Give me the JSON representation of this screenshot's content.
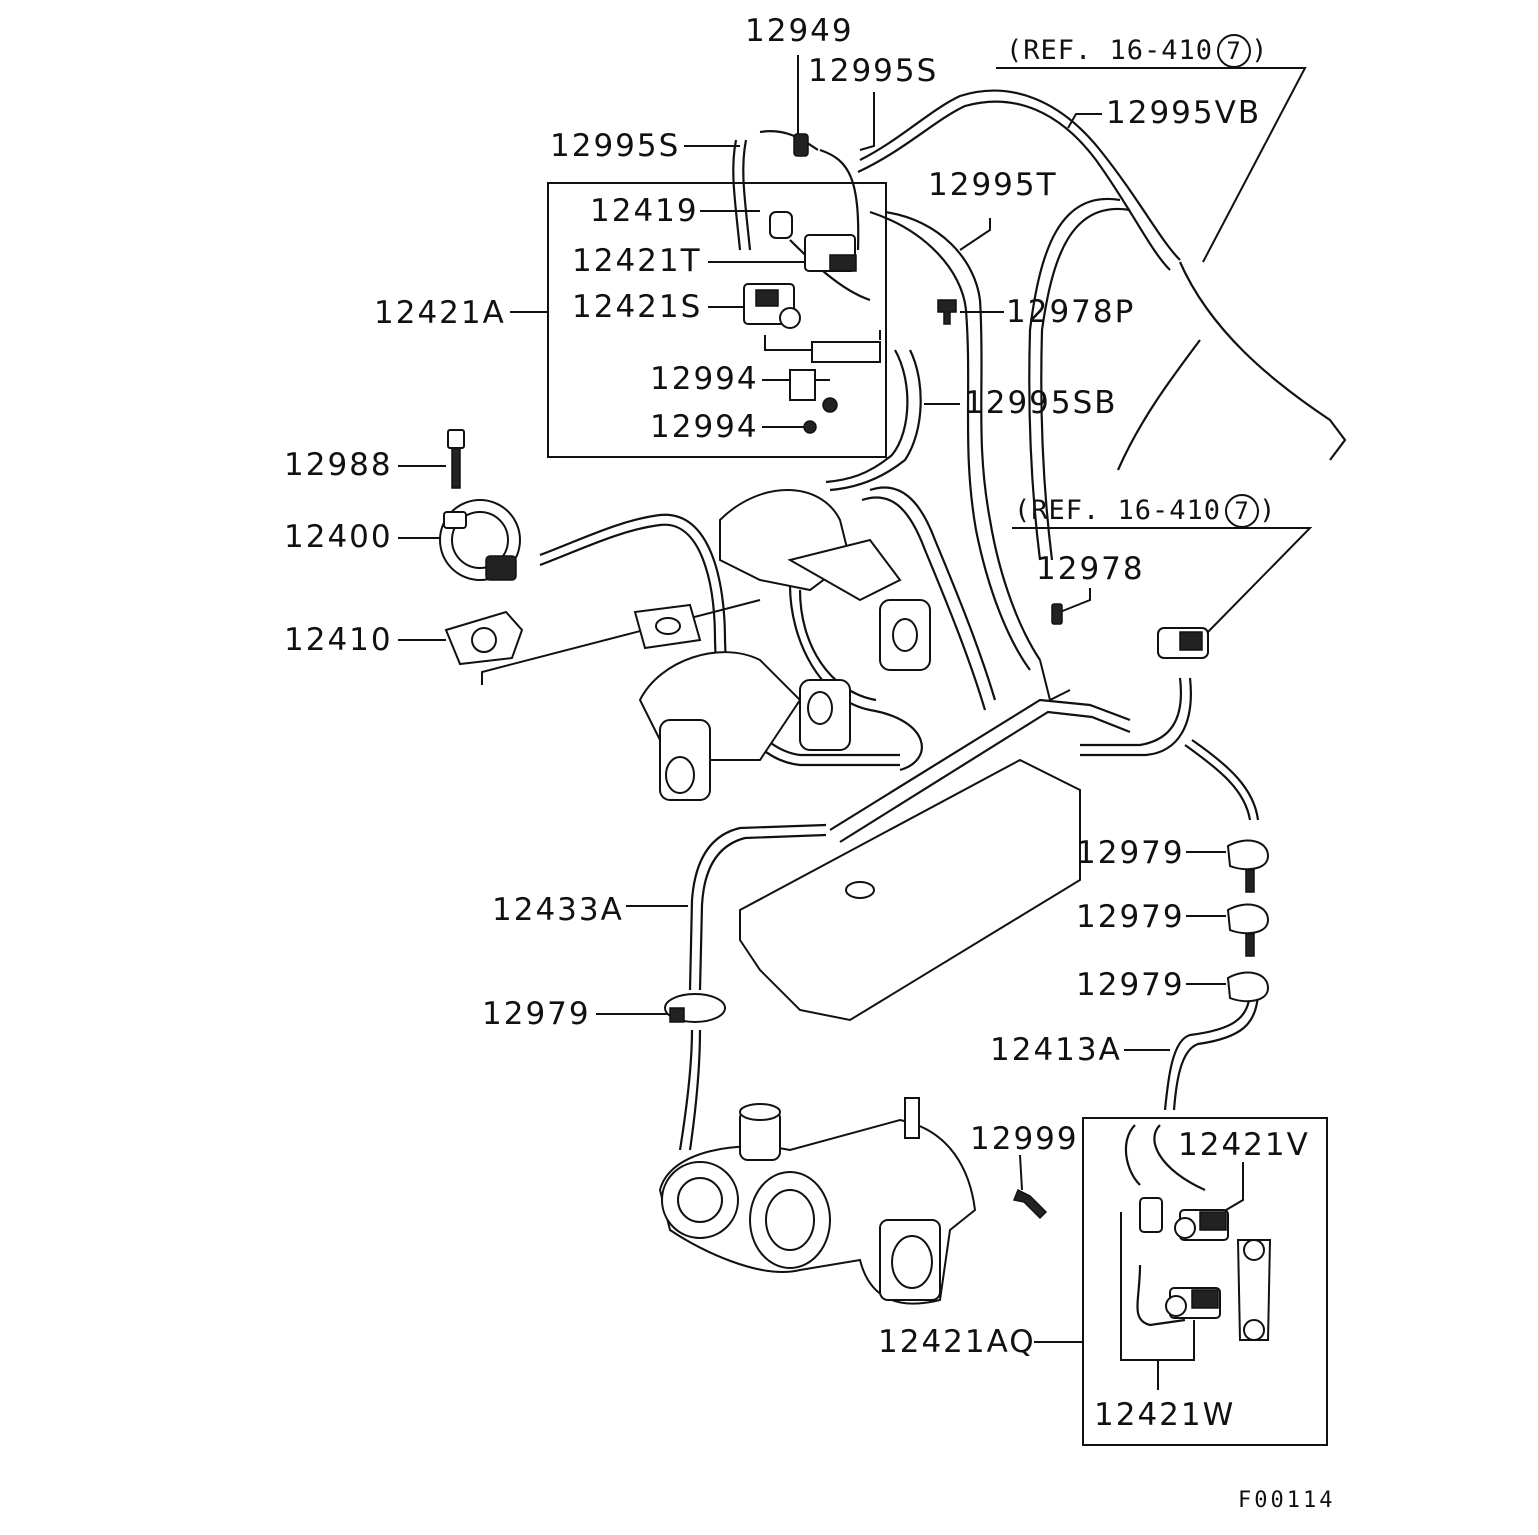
{
  "diagram": {
    "refs": [
      {
        "text": "(REF. 16-410",
        "circled": "7",
        "closing": ")"
      },
      {
        "text": "(REF. 16-410",
        "circled": "7",
        "closing": ")"
      }
    ],
    "labels": {
      "p12949": "12949",
      "p12995S_top": "12995S",
      "p12995S_left": "12995S",
      "p12995VB": "12995VB",
      "p12995T": "12995T",
      "p12419": "12419",
      "p12421T": "12421T",
      "p12421S": "12421S",
      "p12421A": "12421A",
      "p12978P": "12978P",
      "p12994_a": "12994",
      "p12994_b": "12994",
      "p12995SB": "12995SB",
      "p12988": "12988",
      "p12400": "12400",
      "p12410": "12410",
      "p12978": "12978",
      "p12979_a": "12979",
      "p12979_b": "12979",
      "p12979_c": "12979",
      "p12979_d": "12979",
      "p12433A": "12433A",
      "p12413A": "12413A",
      "p12999": "12999",
      "p12421V": "12421V",
      "p12421AQ": "12421AQ",
      "p12421W": "12421W"
    },
    "figure_code": "F00114"
  }
}
